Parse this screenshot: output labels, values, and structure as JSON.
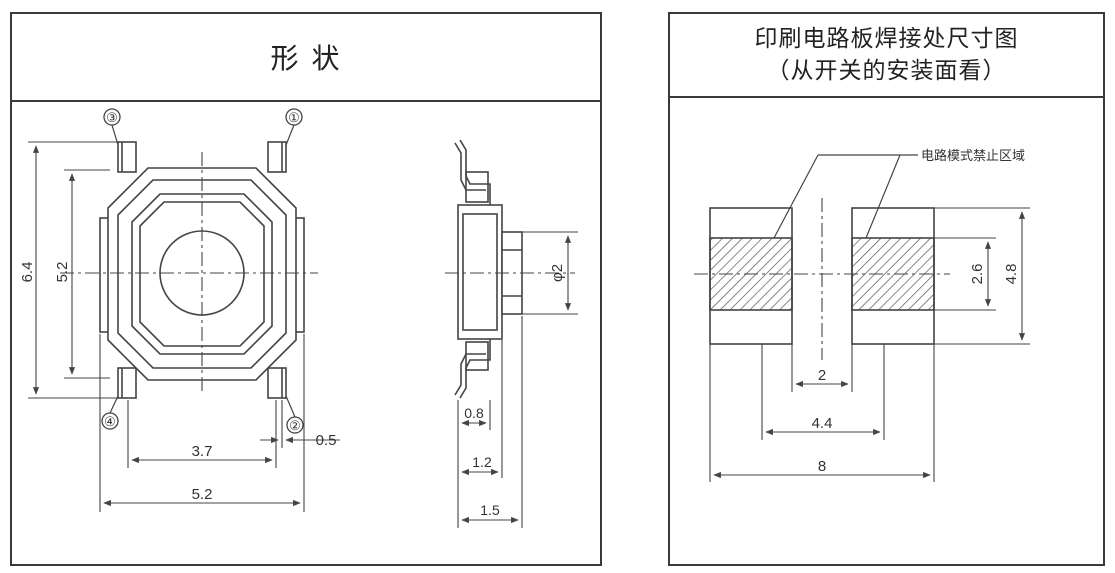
{
  "left_panel": {
    "title": "形        状",
    "pin_labels": [
      "③",
      "①",
      "④",
      "②"
    ],
    "dims": {
      "h_outer": "6.4",
      "h_inner": "5.2",
      "w_pitch": "3.7",
      "pin_w": "0.5",
      "w_body": "5.2",
      "dia": "φ2",
      "side_a": "0.8",
      "side_b": "1.2",
      "side_c": "1.5"
    }
  },
  "right_panel": {
    "title_line1": "印刷电路板焊接处尺寸图",
    "title_line2": "（从开关的安装面看）",
    "callout": "电路模式禁止区域",
    "dims": {
      "pad_h": "2.6",
      "total_h": "4.8",
      "gap": "2",
      "inner": "4.4",
      "outer": "8"
    }
  }
}
